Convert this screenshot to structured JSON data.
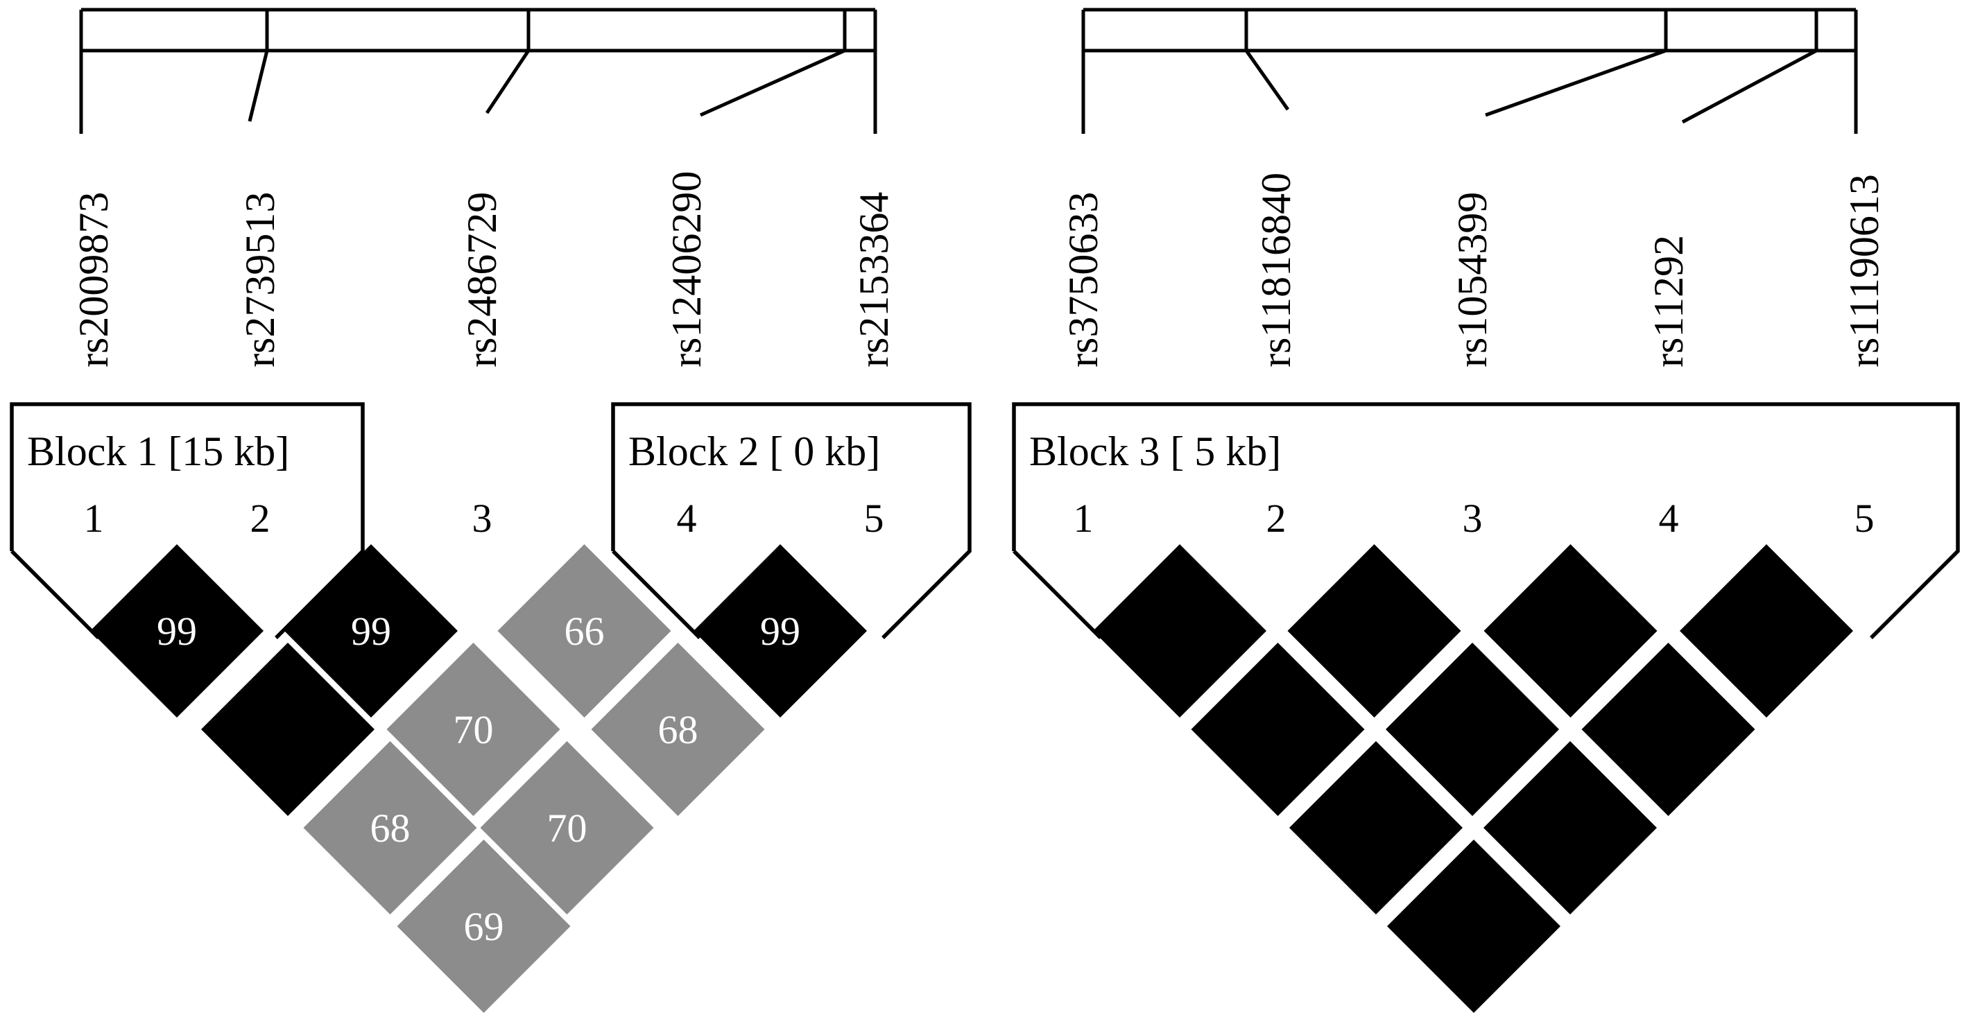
{
  "panels": [
    {
      "snps": [
        "rs2009873",
        "rs2739513",
        "rs2486729",
        "rs12406290",
        "rs2153364"
      ],
      "indices": [
        "1",
        "2",
        "3",
        "4",
        "5"
      ],
      "blocks": [
        {
          "title": "Block 1 [15 kb]",
          "from": 1,
          "to": 2
        },
        {
          "title": "Block 2 [ 0 kb]",
          "from": 4,
          "to": 5
        }
      ],
      "ld_cells": [
        {
          "i": 1,
          "j": 2,
          "value": "99",
          "color": "#000000"
        },
        {
          "i": 1,
          "j": 3,
          "value": "",
          "color": "#000000"
        },
        {
          "i": 1,
          "j": 4,
          "value": "68",
          "color": "#8c8c8c"
        },
        {
          "i": 1,
          "j": 5,
          "value": "69",
          "color": "#8c8c8c"
        },
        {
          "i": 2,
          "j": 3,
          "value": "99",
          "color": "#000000"
        },
        {
          "i": 2,
          "j": 4,
          "value": "70",
          "color": "#8c8c8c"
        },
        {
          "i": 2,
          "j": 5,
          "value": "70",
          "color": "#8c8c8c"
        },
        {
          "i": 3,
          "j": 4,
          "value": "66",
          "color": "#8c8c8c"
        },
        {
          "i": 3,
          "j": 5,
          "value": "68",
          "color": "#8c8c8c"
        },
        {
          "i": 4,
          "j": 5,
          "value": "99",
          "color": "#000000"
        }
      ]
    },
    {
      "snps": [
        "rs3750633",
        "rs11816840",
        "rs1054399",
        "rs11292",
        "rs11190613"
      ],
      "indices": [
        "1",
        "2",
        "3",
        "4",
        "5"
      ],
      "blocks": [
        {
          "title": "Block 3 [ 5 kb]",
          "from": 1,
          "to": 5
        }
      ],
      "ld_cells": [
        {
          "i": 1,
          "j": 2,
          "value": "",
          "color": "#000000"
        },
        {
          "i": 1,
          "j": 3,
          "value": "",
          "color": "#000000"
        },
        {
          "i": 1,
          "j": 4,
          "value": "",
          "color": "#000000"
        },
        {
          "i": 1,
          "j": 5,
          "value": "",
          "color": "#000000"
        },
        {
          "i": 2,
          "j": 3,
          "value": "",
          "color": "#000000"
        },
        {
          "i": 2,
          "j": 4,
          "value": "",
          "color": "#000000"
        },
        {
          "i": 2,
          "j": 5,
          "value": "",
          "color": "#000000"
        },
        {
          "i": 3,
          "j": 4,
          "value": "",
          "color": "#000000"
        },
        {
          "i": 3,
          "j": 5,
          "value": "",
          "color": "#000000"
        },
        {
          "i": 4,
          "j": 5,
          "value": "",
          "color": "#000000"
        }
      ]
    }
  ]
}
